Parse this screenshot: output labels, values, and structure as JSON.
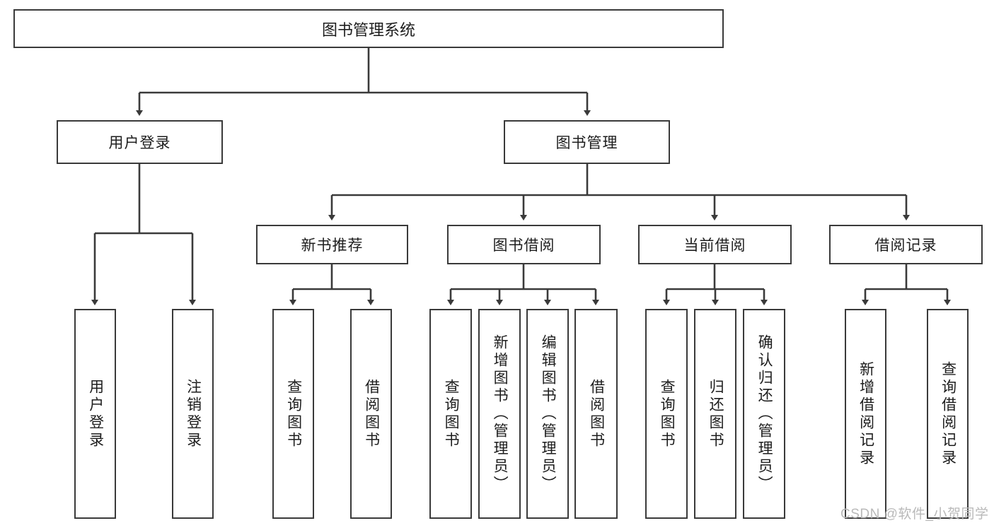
{
  "diagram": {
    "type": "tree",
    "title": "图书管理系统",
    "levels": {
      "root": {
        "label": "图书管理系统"
      },
      "level2": [
        {
          "label": "用户登录"
        },
        {
          "label": "图书管理"
        }
      ],
      "level3": [
        {
          "label": "新书推荐"
        },
        {
          "label": "图书借阅"
        },
        {
          "label": "当前借阅"
        },
        {
          "label": "借阅记录"
        }
      ]
    },
    "leaves": {
      "user_login": [
        {
          "label": "用户登录"
        },
        {
          "label": "注销登录"
        }
      ],
      "new_book": [
        {
          "label": "查询图书"
        },
        {
          "label": "借阅图书"
        }
      ],
      "book_borrow": [
        {
          "label": "查询图书"
        },
        {
          "label": "新增图书（管理员）"
        },
        {
          "label": "编辑图书（管理员）"
        },
        {
          "label": "借阅图书"
        }
      ],
      "current_borrow": [
        {
          "label": "查询图书"
        },
        {
          "label": "归还图书"
        },
        {
          "label": "确认归还（管理员）"
        }
      ],
      "borrow_record": [
        {
          "label": "新增借阅记录"
        },
        {
          "label": "查询借阅记录"
        }
      ]
    }
  },
  "watermark": {
    "text": "CSDN @软件_小贺同学"
  },
  "colors": {
    "box_border": "#3a3a3a",
    "line": "#3a3a3a",
    "text": "#1d1d1d",
    "watermark": "#b9b9b9",
    "background": "#ffffff"
  }
}
